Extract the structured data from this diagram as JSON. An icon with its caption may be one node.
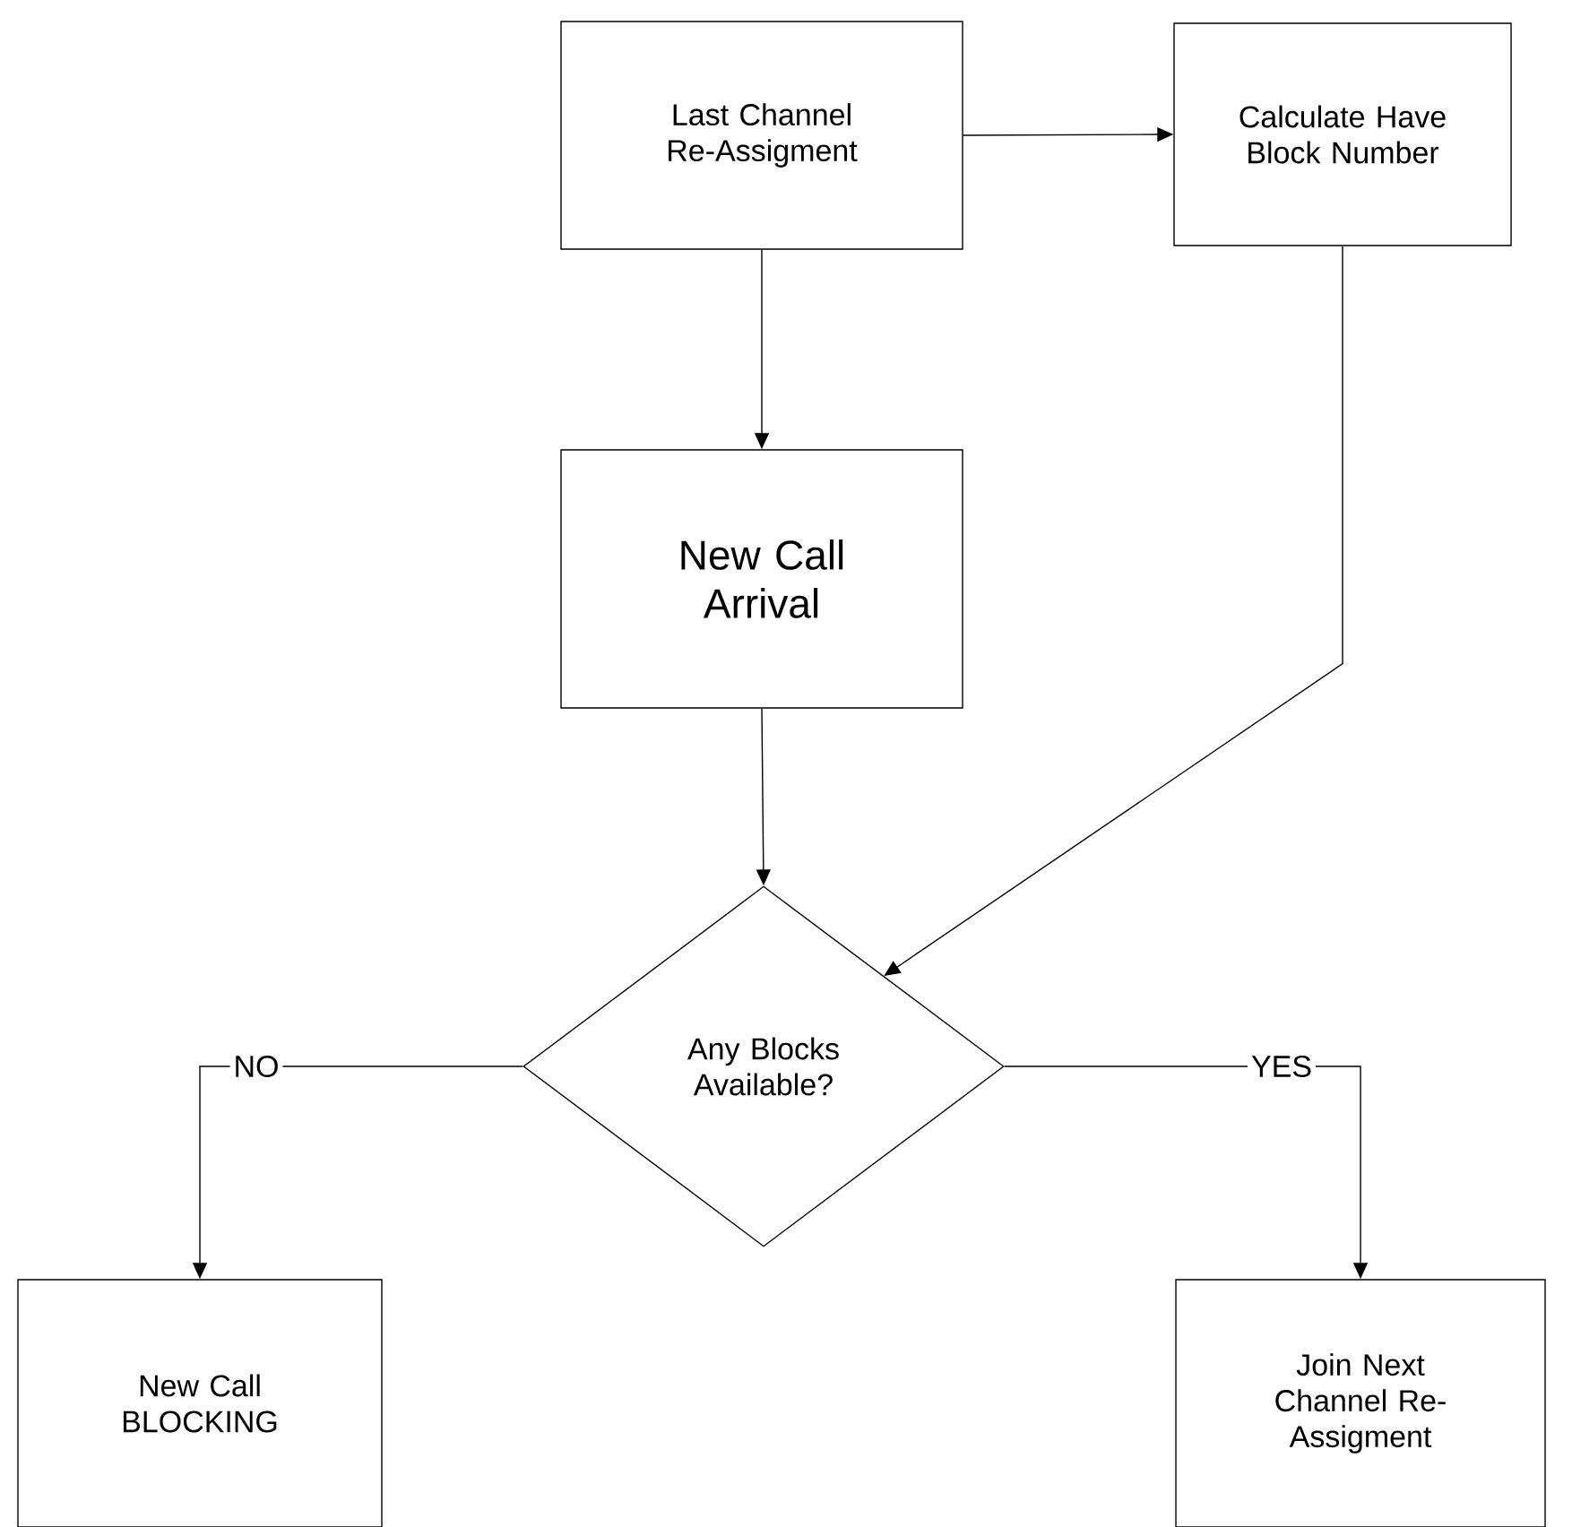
{
  "diagram": {
    "nodes": [
      {
        "text": [
          "Last Channel Re-Assigment"
        ]
      },
      {
        "text": [
          "Calculate Have Block Number"
        ]
      },
      {
        "text": [
          "New Call Arrival"
        ]
      },
      {
        "text": [
          "Any Blocks Available?"
        ]
      },
      {
        "text": [
          "New Call BLOCKING"
        ]
      },
      {
        "text": [
          "Join Next Channel Re-Assigment"
        ]
      }
    ],
    "edges": [
      {
        "from": 0,
        "to": 1,
        "arrow": "to"
      },
      {
        "from": 0,
        "to": 2,
        "arrow": "to"
      },
      {
        "from": 2,
        "to": 3,
        "arrow": "to"
      },
      {
        "from": 1,
        "to": 3,
        "arrow": "to"
      },
      {
        "from": 3,
        "to": 4,
        "arrow": "to",
        "label": "NO"
      },
      {
        "from": 3,
        "to": 5,
        "arrow": "to",
        "label": "YES"
      }
    ]
  }
}
